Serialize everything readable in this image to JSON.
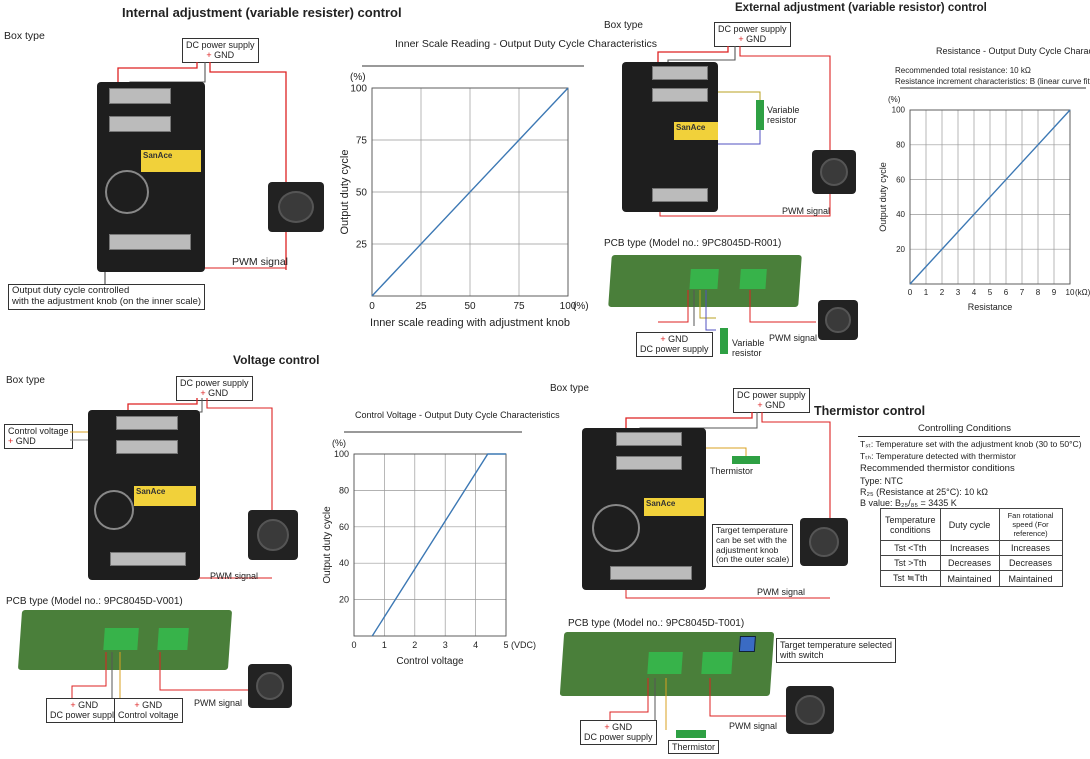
{
  "sections": {
    "internal": {
      "title": "Internal adjustment (variable resister) control",
      "box_type": "Box type",
      "power": "DC power supply",
      "plus": "+",
      "gnd": "GND",
      "pwm": "PWM signal",
      "sticker": "SanAce",
      "note_line1": "Output duty cycle controlled",
      "note_line2": "with the adjustment knob (on the inner scale)"
    },
    "external": {
      "title": "External adjustment (variable resistor) control",
      "box_type": "Box type",
      "power": "DC power supply",
      "plus": "+",
      "gnd": "GND",
      "resistor1": "Variable",
      "resistor2": "resistor",
      "pwm": "PWM signal",
      "sticker": "SanAce",
      "pcb_type": "PCB type (Model no.: 9PC8045D-R001)",
      "pcb_pwm": "PWM signal",
      "pcb_plus": "+",
      "pcb_gnd": "GND",
      "pcb_power": "DC power supply",
      "pcb_res1": "Variable",
      "pcb_res2": "resistor"
    },
    "voltage": {
      "title": "Voltage control",
      "box_type": "Box type",
      "power": "DC power supply",
      "plus": "+",
      "gnd": "GND",
      "cv_label": "Control voltage",
      "cv_plus": "+",
      "cv_gnd": "GND",
      "pwm": "PWM signal",
      "sticker": "SanAce",
      "pcb_type": "PCB type (Model no.: 9PC8045D-V001)",
      "pcb_pwm": "PWM signal",
      "pcb_plus": "+",
      "pcb_gnd": "GND",
      "pcb_power": "DC power supply",
      "pcb_cv_plus": "+",
      "pcb_cv_gnd": "GND",
      "pcb_cv": "Control voltage"
    },
    "thermistor": {
      "title": "Thermistor control",
      "box_type": "Box type",
      "power": "DC power supply",
      "plus": "+",
      "gnd": "GND",
      "thermistor": "Thermistor",
      "target1": "Target temperature",
      "target2": "can be set with the",
      "target3": "adjustment knob",
      "target4": "(on the outer scale)",
      "pwm": "PWM signal",
      "sticker": "SanAce",
      "pcb_type": "PCB type (Model no.: 9PC8045D-T001)",
      "switch1": "Target temperature selected",
      "switch2": "with switch",
      "pcb_pwm": "PWM signal",
      "pcb_plus": "+",
      "pcb_gnd": "GND",
      "pcb_power": "DC power supply",
      "pcb_thermistor": "Thermistor",
      "conditions": {
        "heading": "Controlling Conditions",
        "tst": "Tₛₜ: Temperature set with the adjustment knob (30 to 50°C)",
        "tth": "Tₜₕ: Temperature detected with thermistor",
        "rec": "Recommended thermistor conditions",
        "type": "Type: NTC",
        "r25": "R₂₅ (Resistance at 25°C): 10 kΩ",
        "bval": "B value: B₂₅/₈₅ = 3435 K",
        "table": {
          "headers": [
            "Temperature conditions",
            "Duty cycle",
            "Fan rotational speed (For reference)"
          ],
          "rows": [
            [
              "Tst <Tth",
              "Increases",
              "Increases"
            ],
            [
              "Tst >Tth",
              "Decreases",
              "Decreases"
            ],
            [
              "Tst ≒Tth",
              "Maintained",
              "Maintained"
            ]
          ]
        }
      }
    }
  },
  "chart_data": [
    {
      "type": "line",
      "title": "Inner Scale Reading - Output Duty Cycle Characteristics",
      "xlabel": "Inner scale reading with adjustment knob",
      "ylabel": "Output duty cycle",
      "x_unit": "(%)",
      "y_unit": "(%)",
      "xlim": [
        0,
        100
      ],
      "ylim": [
        0,
        100
      ],
      "xticks": [
        0,
        25,
        50,
        75,
        100
      ],
      "yticks": [
        0,
        25,
        50,
        75,
        100
      ],
      "grid": true,
      "color": "#3c78b4",
      "series": [
        {
          "x": [
            0,
            100
          ],
          "y": [
            0,
            100
          ]
        }
      ]
    },
    {
      "type": "line",
      "title": "Resistance - Output Duty Cycle Characteristics",
      "subtitle1": "Recommended total resistance: 10 kΩ",
      "subtitle2": "Resistance increment characteristics: B (linear curve fitting)",
      "xlabel": "Resistance",
      "ylabel": "Output duty cycle",
      "x_unit": "(kΩ)",
      "y_unit": "(%)",
      "xlim": [
        0,
        10
      ],
      "ylim": [
        0,
        100
      ],
      "xticks": [
        0,
        1,
        2,
        3,
        4,
        5,
        6,
        7,
        8,
        9,
        10
      ],
      "yticks": [
        0,
        20,
        40,
        60,
        80,
        100
      ],
      "grid": true,
      "color": "#3c78b4",
      "series": [
        {
          "x": [
            0,
            10
          ],
          "y": [
            0,
            100
          ]
        }
      ]
    },
    {
      "type": "line",
      "title": "Control Voltage - Output Duty Cycle Characteristics",
      "xlabel": "Control voltage",
      "ylabel": "Output duty cycle",
      "x_unit": "(VDC)",
      "y_unit": "(%)",
      "xlim": [
        0,
        5
      ],
      "ylim": [
        0,
        100
      ],
      "xticks": [
        0,
        1,
        2,
        3,
        4,
        5
      ],
      "yticks": [
        0,
        20,
        40,
        60,
        80,
        100
      ],
      "grid": true,
      "color": "#3c78b4",
      "series": [
        {
          "x": [
            0.6,
            4.4,
            5
          ],
          "y": [
            0,
            100,
            100
          ]
        }
      ]
    }
  ]
}
